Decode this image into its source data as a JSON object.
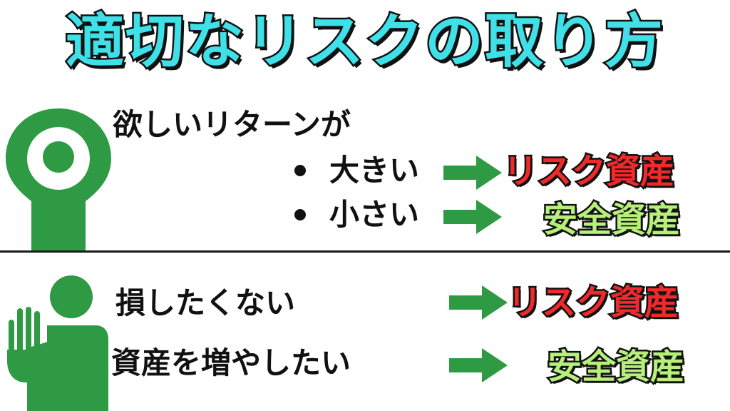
{
  "title": "適切なリスクの取り方",
  "top": {
    "heading": "欲しいリターンが",
    "rows": [
      {
        "label": "大きい",
        "result": "リスク資産"
      },
      {
        "label": "小さい",
        "result": "安全資産"
      }
    ]
  },
  "bottom": {
    "rows": [
      {
        "label": "損したくない",
        "result": "リスク資産"
      },
      {
        "label": "資産を増やしたい",
        "result": "安全資産"
      }
    ]
  },
  "colors": {
    "title": "#3fe0e8",
    "risk": "#f02a2a",
    "safe": "#b6f07a",
    "arrow": "#2e9a44",
    "figure": "#2e9a44"
  },
  "icons": {
    "top_figure": "person-ok-sign-icon",
    "bottom_figure": "person-stop-hand-icon",
    "arrow": "arrow-right-icon",
    "bullet": "bullet-icon"
  }
}
